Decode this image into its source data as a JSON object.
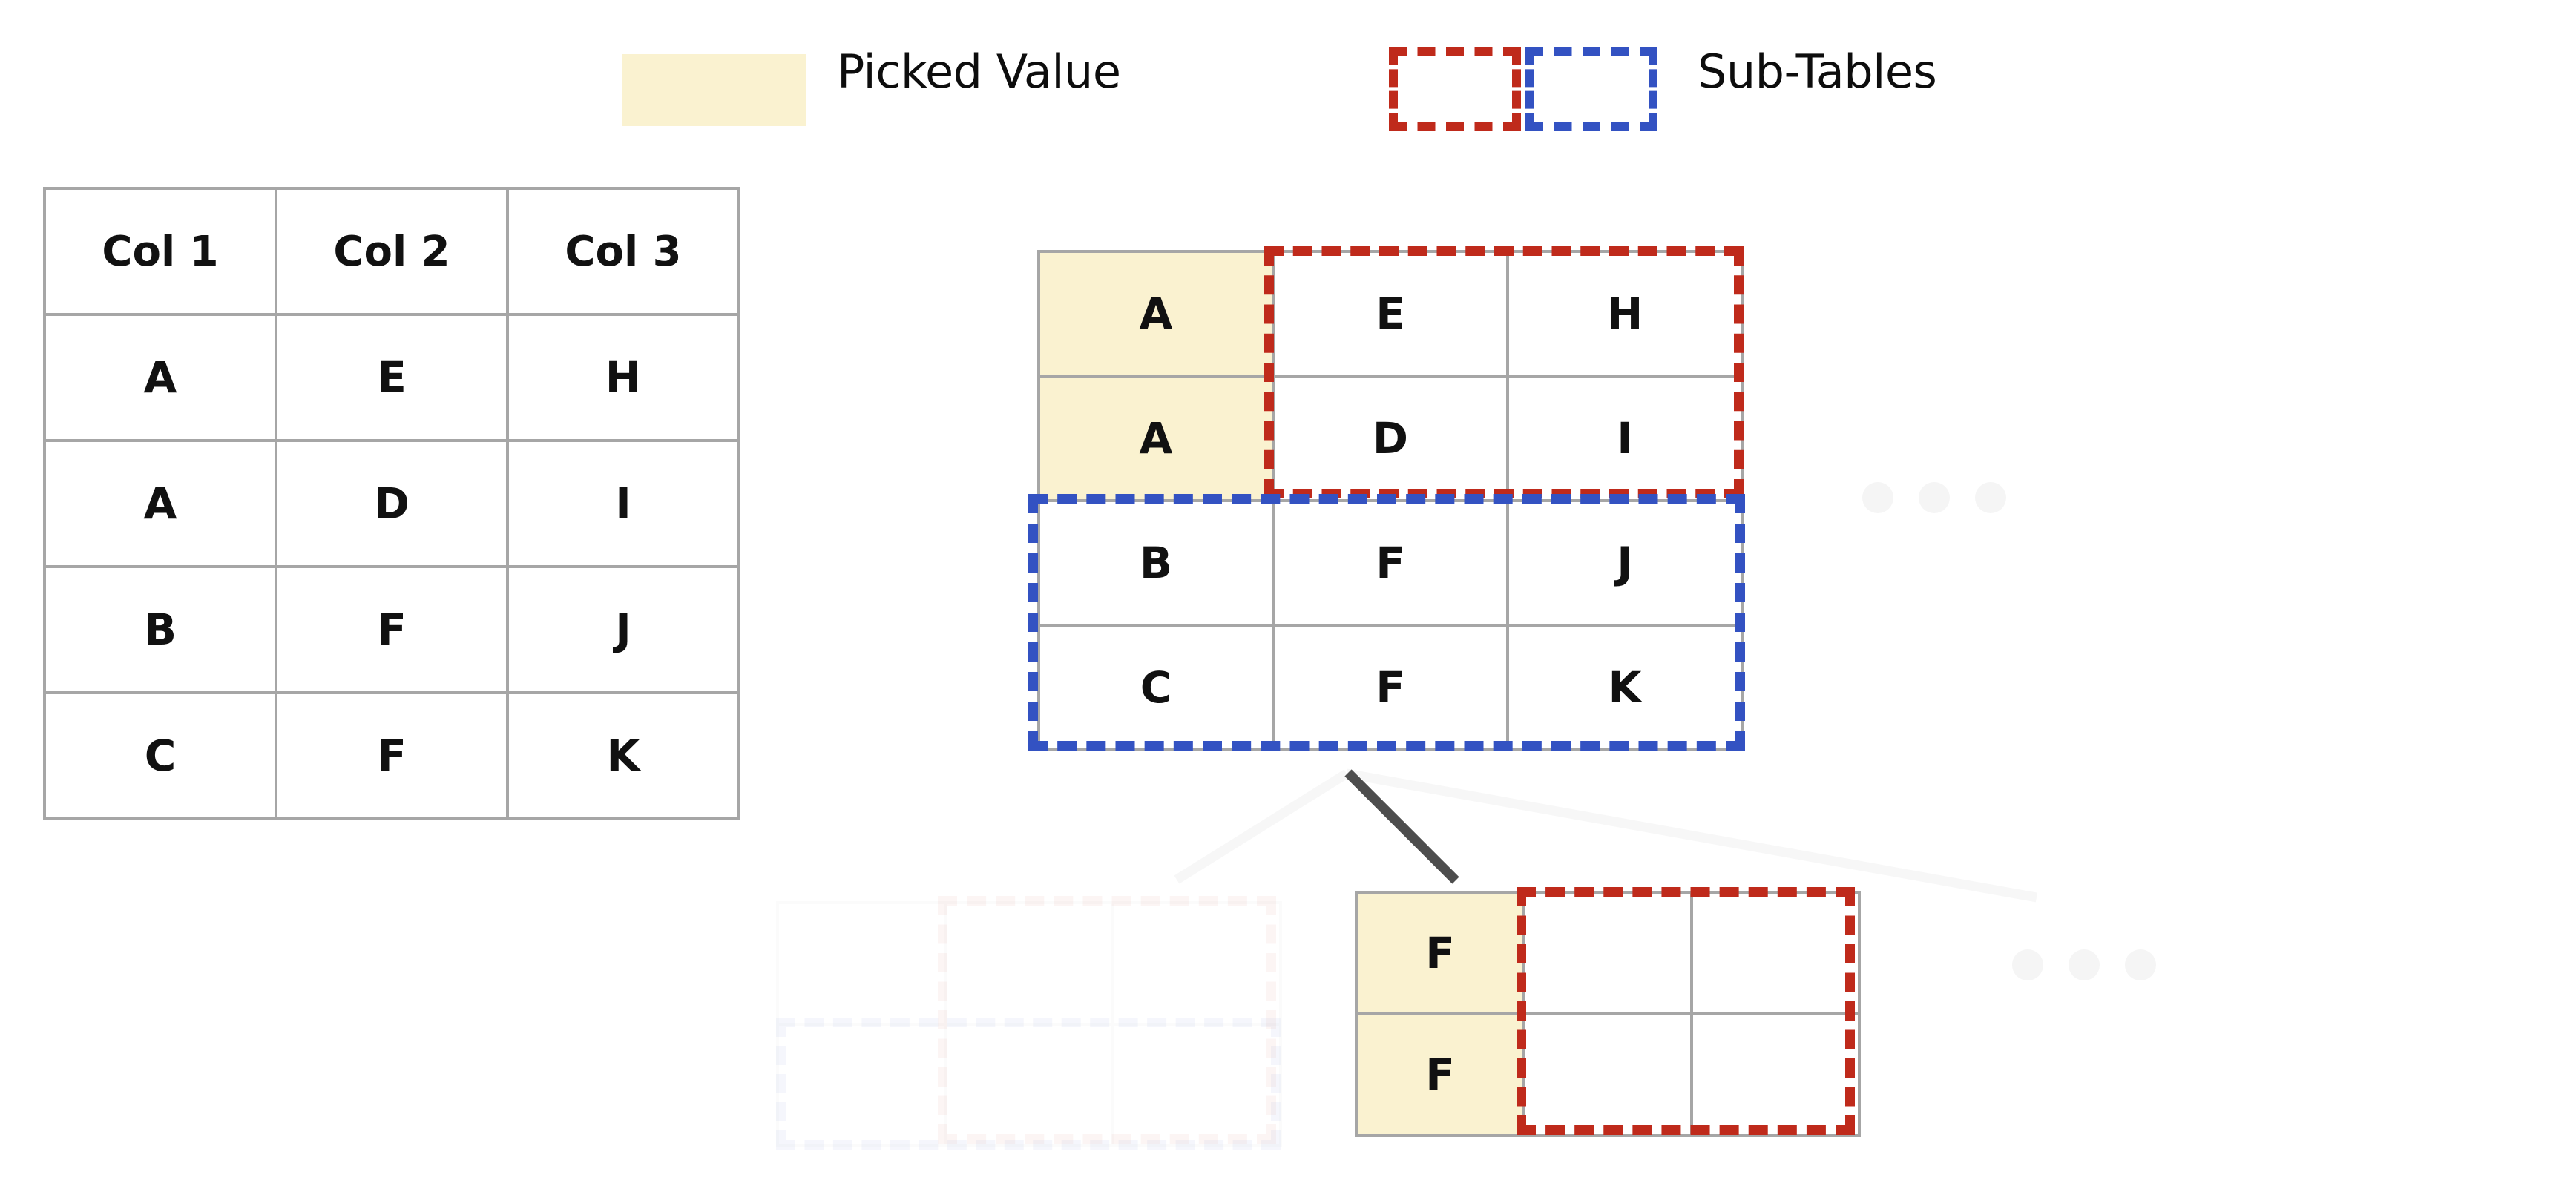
{
  "legend": {
    "picked_value_label": "Picked Value",
    "sub_tables_label": "Sub-Tables",
    "picked_swatch_color": "#FAF2D0",
    "red_box_color": "#BF2A1B",
    "blue_box_color": "#3352C2"
  },
  "chart_data": {
    "type": "table",
    "title": "",
    "source_table": {
      "name": "source-table",
      "headers": [
        "Col 1",
        "Col 2",
        "Col 3"
      ],
      "rows": [
        [
          "A",
          "E",
          "H"
        ],
        [
          "A",
          "D",
          "I"
        ],
        [
          "B",
          "F",
          "J"
        ],
        [
          "C",
          "F",
          "K"
        ]
      ]
    },
    "middle_table": {
      "name": "partitioned-table",
      "headers": [],
      "rows": [
        [
          "A",
          "E",
          "H"
        ],
        [
          "A",
          "D",
          "I"
        ],
        [
          "B",
          "F",
          "J"
        ],
        [
          "C",
          "F",
          "K"
        ]
      ],
      "picked_cells": [
        [
          0,
          0
        ],
        [
          1,
          0
        ]
      ],
      "picked_value": "A",
      "red_subtable": {
        "label": "Sub-Tables",
        "rows": [
          0,
          1
        ],
        "cols": [
          1,
          2
        ],
        "color": "#BF2A1B"
      },
      "blue_subtable": {
        "label": "Sub-Tables",
        "rows": [
          2,
          3
        ],
        "cols": [
          0,
          1,
          2
        ],
        "color": "#3352C2"
      }
    },
    "bottom_table": {
      "name": "expanded-sub-table",
      "headers": [],
      "rows": [
        [
          "F",
          "",
          ""
        ],
        [
          "F",
          "",
          ""
        ]
      ],
      "picked_cells": [
        [
          0,
          0
        ],
        [
          1,
          0
        ]
      ],
      "picked_value": "F",
      "red_subtable": {
        "label": "Sub-Tables",
        "rows": [
          0,
          1
        ],
        "cols": [
          1,
          2
        ],
        "color": "#BF2A1B"
      }
    },
    "ellipsis_groups": [
      {
        "name": "ellipsis-right",
        "dots": 3
      },
      {
        "name": "ellipsis-bottom",
        "dots": 3
      }
    ],
    "connectors": [
      {
        "from": "blue-subtable",
        "to": "expanded-sub-table",
        "style": "solid",
        "color": "#4d4d4d"
      },
      {
        "from": "blue-subtable",
        "to": "ghost-left",
        "style": "solid",
        "color": "#f7f7f7"
      },
      {
        "from": "blue-subtable",
        "to": "ghost-right",
        "style": "solid",
        "color": "#f7f7f7"
      }
    ]
  }
}
